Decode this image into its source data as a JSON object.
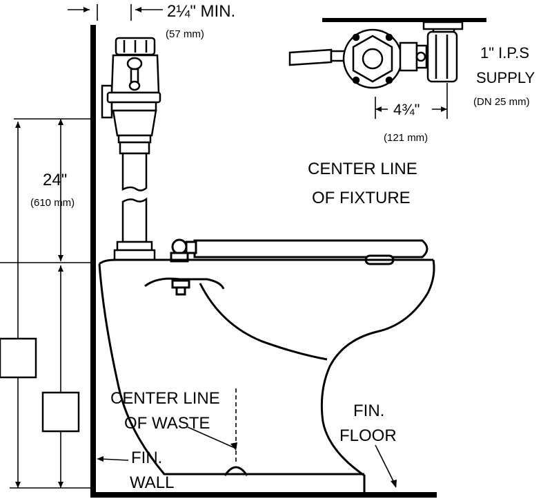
{
  "labels": {
    "min_clearance": "2¼\" MIN.",
    "min_clearance_mm": "(57 mm)",
    "supply_size": "1\"  I.P.S",
    "supply_word": "SUPPLY",
    "supply_mm": "(DN  25 mm)",
    "offset_inch": "4¾\"",
    "offset_mm": "(121 mm)",
    "fixture_line1": "CENTER LINE",
    "fixture_line2": "OF  FIXTURE",
    "height_inch": "24\"",
    "height_mm": "(610 mm)",
    "waste_line1": "CENTER LINE",
    "waste_line2": "OF  WASTE",
    "fin_floor_line1": "FIN.",
    "fin_floor_line2": "FLOOR",
    "fin_wall_line1": "FIN.",
    "fin_wall_line2": "WALL"
  },
  "colors": {
    "ink": "#000000",
    "paper": "#ffffff"
  }
}
